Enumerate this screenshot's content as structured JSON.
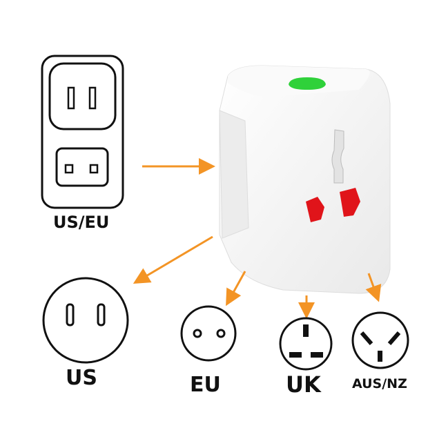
{
  "labels": {
    "us_eu": "US/EU",
    "us": "US",
    "eu": "EU",
    "uk": "UK",
    "aus_nz": "AUS/NZ"
  },
  "colors": {
    "arrow": "#f39425",
    "outline": "#111111",
    "adapter_body": "#f4f4f4",
    "socket_red": "#e0141a",
    "slider_green": "#2fd13a"
  }
}
